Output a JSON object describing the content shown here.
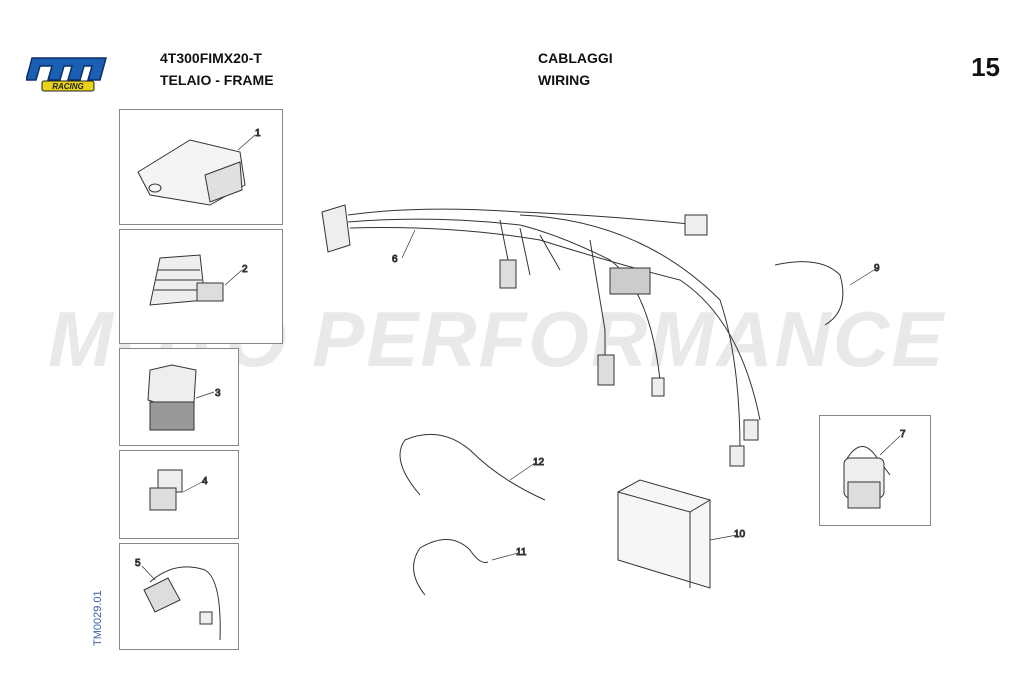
{
  "header": {
    "logo_text": "tm",
    "logo_subtext": "RACING",
    "model_code": "4T300FIMX20-T",
    "group": "TELAIO - FRAME",
    "section_it": "CABLAGGI",
    "section_en": "WIRING",
    "page_number": "15"
  },
  "watermark": "MOTO PERFORMANCE",
  "drawing_code": "TM0029.01",
  "callouts": [
    "1",
    "2",
    "3",
    "4",
    "5",
    "6",
    "7",
    "9",
    "10",
    "11",
    "12"
  ],
  "colors": {
    "logo_blue": "#1a5fb4",
    "logo_yellow": "#e8d21a",
    "code_blue": "#3a5ea8"
  }
}
